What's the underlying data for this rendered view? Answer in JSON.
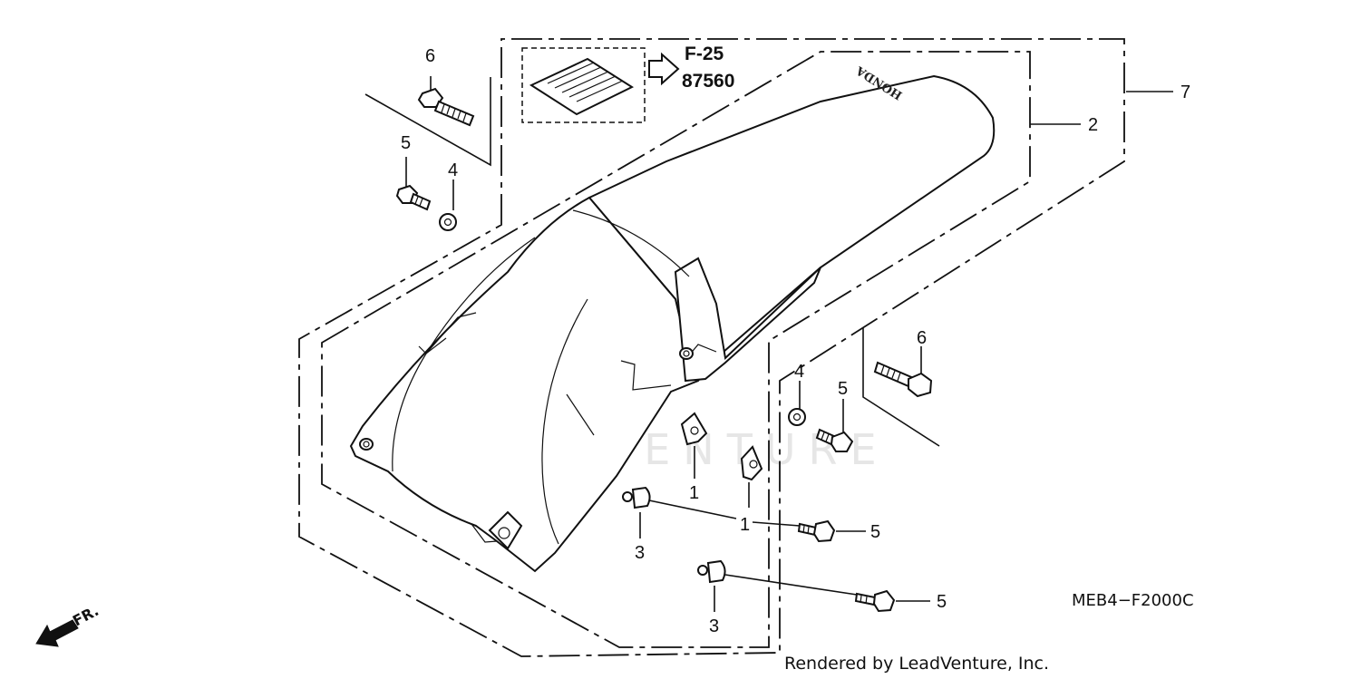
{
  "diagram": {
    "code": "MEB4−F2000C",
    "credit": "Rendered by LeadVenture, Inc.",
    "watermark": "LEADVENTURE",
    "fender_brand": "HONDA",
    "direction_label": "FR.",
    "reference": {
      "page": "F-25",
      "part_no": "87560"
    },
    "callouts": {
      "c6a": "6",
      "c5a": "5",
      "c4a": "4",
      "c7": "7",
      "c2": "2",
      "c6b": "6",
      "c4b": "4",
      "c5b": "5",
      "c1a": "1",
      "c1b": "1",
      "c3a": "3",
      "c5c": "5",
      "c3b": "3",
      "c5d": "5"
    }
  }
}
